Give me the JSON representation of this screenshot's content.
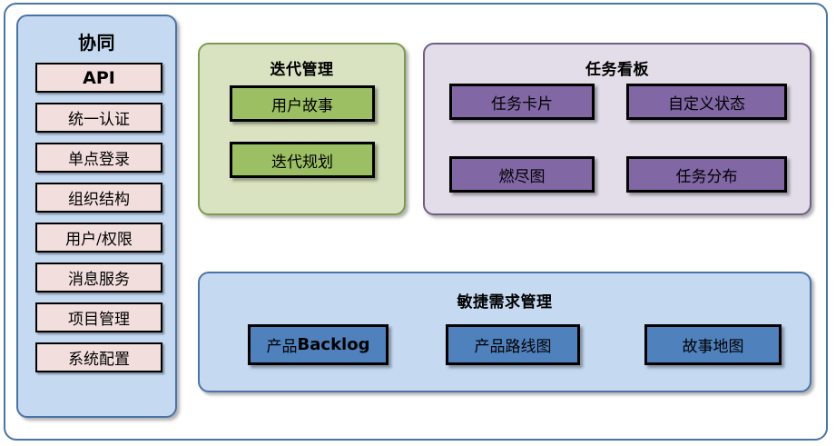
{
  "diagram": {
    "sidebar": {
      "title": "协同",
      "items": [
        {
          "label": "API",
          "style": "latin-bold"
        },
        {
          "label": "统一认证",
          "style": "cjk"
        },
        {
          "label": "单点登录",
          "style": "cjk"
        },
        {
          "label": "组织结构",
          "style": "cjk"
        },
        {
          "label": "用户/权限",
          "style": "cjk"
        },
        {
          "label": "消息服务",
          "style": "cjk"
        },
        {
          "label": "项目管理",
          "style": "cjk"
        },
        {
          "label": "系统配置",
          "style": "cjk"
        }
      ],
      "colors": {
        "panel": "#C5D9F1",
        "border": "#4B74A6",
        "card": "#F3DEDE"
      }
    },
    "iteration": {
      "title": "迭代管理",
      "cards": [
        {
          "label": "用户故事"
        },
        {
          "label": "迭代规划"
        }
      ],
      "colors": {
        "panel": "#D9E3C1",
        "border": "#7E9A4F",
        "card": "#9CBF63"
      }
    },
    "taskboard": {
      "title": "任务看板",
      "cards": [
        {
          "label": "任务卡片"
        },
        {
          "label": "自定义状态"
        },
        {
          "label": "燃尽图"
        },
        {
          "label": "任务分布"
        }
      ],
      "colors": {
        "panel": "#E2DDE8",
        "border": "#6E5E86",
        "card": "#8267A5"
      }
    },
    "agile": {
      "title": "敏捷需求管理",
      "cards": [
        {
          "label_cjk": "产品",
          "label_latin": "Backlog"
        },
        {
          "label_cjk": "产品路线图",
          "label_latin": ""
        },
        {
          "label_cjk": "故事地图",
          "label_latin": ""
        }
      ],
      "colors": {
        "panel": "#C5D9F1",
        "border": "#4B74A6",
        "card": "#4F81BD"
      }
    }
  }
}
